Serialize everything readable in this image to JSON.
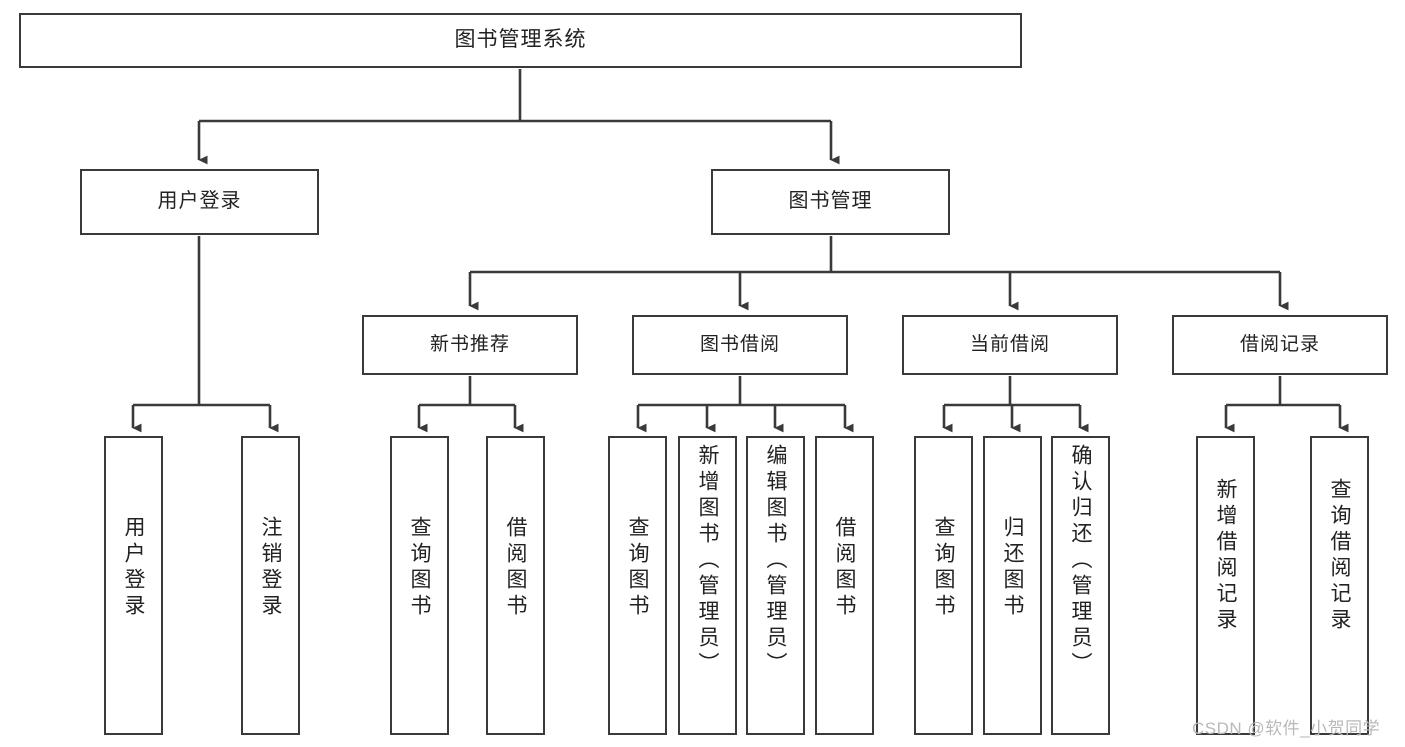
{
  "diagram": {
    "title_node": {
      "label": "图书管理系统"
    },
    "level1": [
      {
        "key": "user-login",
        "label": "用户登录"
      },
      {
        "key": "book-management",
        "label": "图书管理"
      }
    ],
    "level2": [
      {
        "key": "new-book-recommend",
        "label": "新书推荐"
      },
      {
        "key": "book-borrow",
        "label": "图书借阅"
      },
      {
        "key": "current-borrow",
        "label": "当前借阅"
      },
      {
        "key": "borrow-record",
        "label": "借阅记录"
      }
    ],
    "leaves": [
      {
        "key": "leaf-user-login",
        "label": "用户登录"
      },
      {
        "key": "leaf-logout-login",
        "label": "注销登录"
      },
      {
        "key": "leaf-query-book-1",
        "label": "查询图书"
      },
      {
        "key": "leaf-borrow-book-1",
        "label": "借阅图书"
      },
      {
        "key": "leaf-query-book-2",
        "label": "查询图书"
      },
      {
        "key": "leaf-add-book-admin",
        "label": "新增图书（管理员）"
      },
      {
        "key": "leaf-edit-book-admin",
        "label": "编辑图书（管理员）"
      },
      {
        "key": "leaf-borrow-book-2",
        "label": "借阅图书"
      },
      {
        "key": "leaf-query-book-3",
        "label": "查询图书"
      },
      {
        "key": "leaf-return-book",
        "label": "归还图书"
      },
      {
        "key": "leaf-confirm-return-admin",
        "label": "确认归还（管理员）"
      },
      {
        "key": "leaf-add-borrow-record",
        "label": "新增借阅记录"
      },
      {
        "key": "leaf-query-borrow-record",
        "label": "查询借阅记录"
      }
    ]
  },
  "watermark": {
    "text": "CSDN @软件_小贺同学"
  },
  "colors": {
    "border": "#3a3a3a",
    "text": "#222222",
    "background": "#ffffff",
    "watermark": "#b9b9b9"
  }
}
